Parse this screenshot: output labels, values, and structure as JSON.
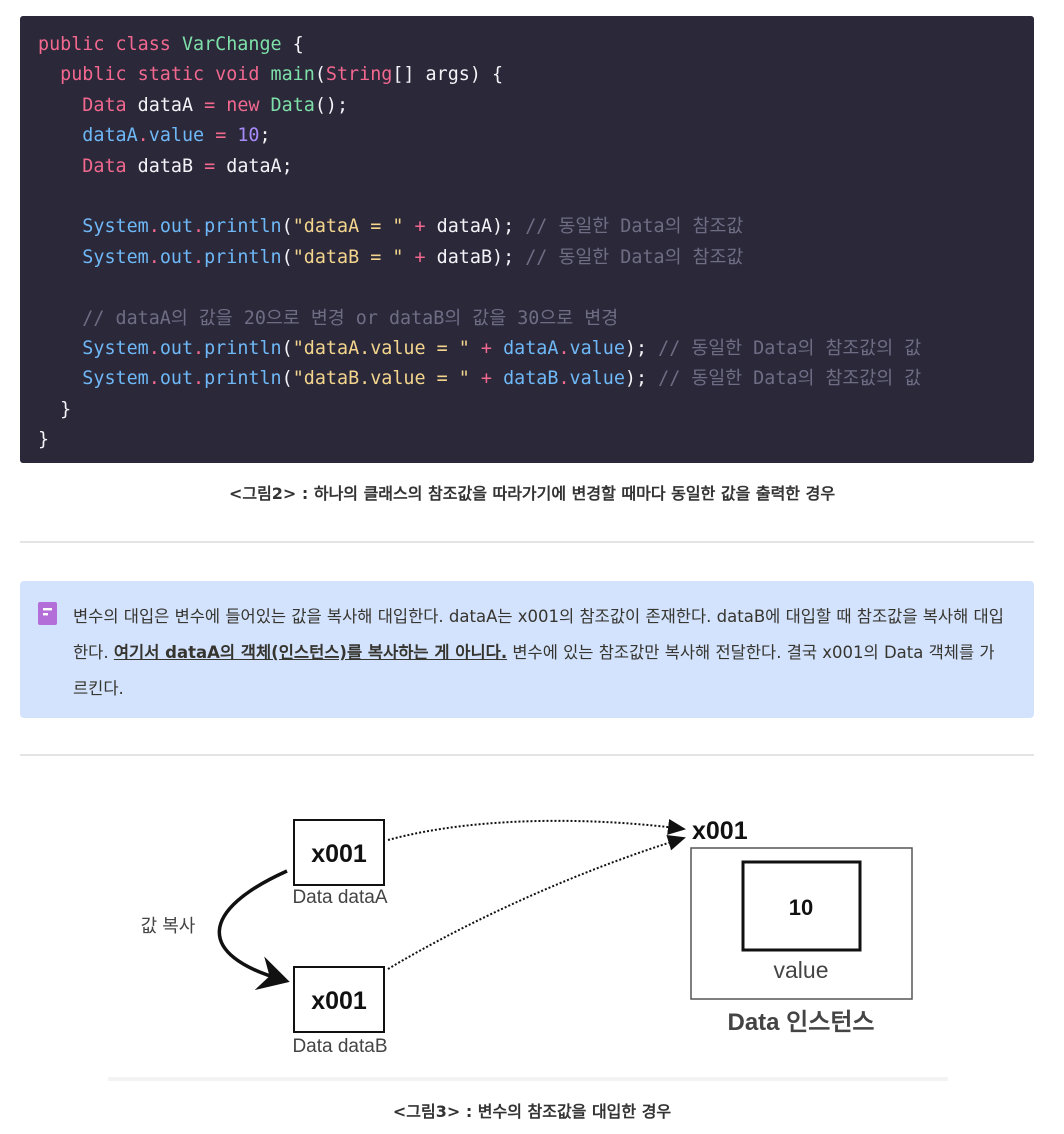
{
  "code": {
    "lines": [
      [
        [
          "k",
          "public class "
        ],
        [
          "t",
          "VarChange"
        ],
        [
          "p",
          " {"
        ]
      ],
      [
        [
          "p",
          "  "
        ],
        [
          "k",
          "public static void "
        ],
        [
          "t",
          "main"
        ],
        [
          "p",
          "("
        ],
        [
          "k",
          "String"
        ],
        [
          "p",
          "[] args) {"
        ]
      ],
      [
        [
          "p",
          "    "
        ],
        [
          "k",
          "Data "
        ],
        [
          "p",
          "dataA "
        ],
        [
          "k",
          "= new "
        ],
        [
          "t",
          "Data"
        ],
        [
          "p",
          "();"
        ]
      ],
      [
        [
          "p",
          "    "
        ],
        [
          "v",
          "dataA"
        ],
        [
          "k",
          "."
        ],
        [
          "v",
          "value "
        ],
        [
          "k",
          "= "
        ],
        [
          "n",
          "10"
        ],
        [
          "p",
          ";"
        ]
      ],
      [
        [
          "p",
          "    "
        ],
        [
          "k",
          "Data "
        ],
        [
          "p",
          "dataB "
        ],
        [
          "k",
          "= "
        ],
        [
          "p",
          "dataA;"
        ]
      ],
      [],
      [
        [
          "p",
          "    "
        ],
        [
          "v",
          "System"
        ],
        [
          "k",
          "."
        ],
        [
          "v",
          "out"
        ],
        [
          "k",
          "."
        ],
        [
          "v",
          "println"
        ],
        [
          "p",
          "("
        ],
        [
          "s",
          "\"dataA = \""
        ],
        [
          "k",
          " + "
        ],
        [
          "p",
          "dataA); "
        ],
        [
          "c",
          "// 동일한 Data의 참조값"
        ]
      ],
      [
        [
          "p",
          "    "
        ],
        [
          "v",
          "System"
        ],
        [
          "k",
          "."
        ],
        [
          "v",
          "out"
        ],
        [
          "k",
          "."
        ],
        [
          "v",
          "println"
        ],
        [
          "p",
          "("
        ],
        [
          "s",
          "\"dataB = \""
        ],
        [
          "k",
          " + "
        ],
        [
          "p",
          "dataB); "
        ],
        [
          "c",
          "// 동일한 Data의 참조값"
        ]
      ],
      [],
      [
        [
          "p",
          "    "
        ],
        [
          "c",
          "// dataA의 값을 20으로 변경 or dataB의 값을 30으로 변경"
        ]
      ],
      [
        [
          "p",
          "    "
        ],
        [
          "v",
          "System"
        ],
        [
          "k",
          "."
        ],
        [
          "v",
          "out"
        ],
        [
          "k",
          "."
        ],
        [
          "v",
          "println"
        ],
        [
          "p",
          "("
        ],
        [
          "s",
          "\"dataA.value = \""
        ],
        [
          "k",
          " + "
        ],
        [
          "v",
          "dataA"
        ],
        [
          "k",
          "."
        ],
        [
          "v",
          "value"
        ],
        [
          "p",
          "); "
        ],
        [
          "c",
          "// 동일한 Data의 참조값의 값"
        ]
      ],
      [
        [
          "p",
          "    "
        ],
        [
          "v",
          "System"
        ],
        [
          "k",
          "."
        ],
        [
          "v",
          "out"
        ],
        [
          "k",
          "."
        ],
        [
          "v",
          "println"
        ],
        [
          "p",
          "("
        ],
        [
          "s",
          "\"dataB.value = \""
        ],
        [
          "k",
          " + "
        ],
        [
          "v",
          "dataB"
        ],
        [
          "k",
          "."
        ],
        [
          "v",
          "value"
        ],
        [
          "p",
          "); "
        ],
        [
          "c",
          "// 동일한 Data의 참조값의 값"
        ]
      ],
      [
        [
          "p",
          "  }"
        ]
      ],
      [
        [
          "p",
          "}"
        ]
      ]
    ]
  },
  "caption1": "<그림2> : 하나의 클래스의 참조값을 따라가기에 변경할 때마다 동일한 값을 출력한 경우",
  "callout": {
    "icon": "document-icon",
    "accent_color": "#b46ed8",
    "text_before": "변수의 대입은 변수에 들어있는 값을 복사해 대입한다. dataA는 x001의 참조값이 존재한다. dataB에 대입할 때 참조값을 복사해 대입한다. ",
    "text_bold": "여기서 dataA의 객체(인스턴스)를 복사하는 게 아니다.",
    "text_after": " 변수에 있는 참조값만 복사해 전달한다. 결국 x001의 Data 객체를 가르킨다."
  },
  "diagram": {
    "boxA_value": "x001",
    "boxA_label": "Data dataA",
    "boxB_value": "x001",
    "boxB_label": "Data dataB",
    "copy_label": "값 복사",
    "ref_label": "x001",
    "inner_value": "10",
    "inner_label": "value",
    "instance_label": "Data 인스턴스"
  },
  "caption2": "<그림3> : 변수의 참조값을 대입한 경우"
}
